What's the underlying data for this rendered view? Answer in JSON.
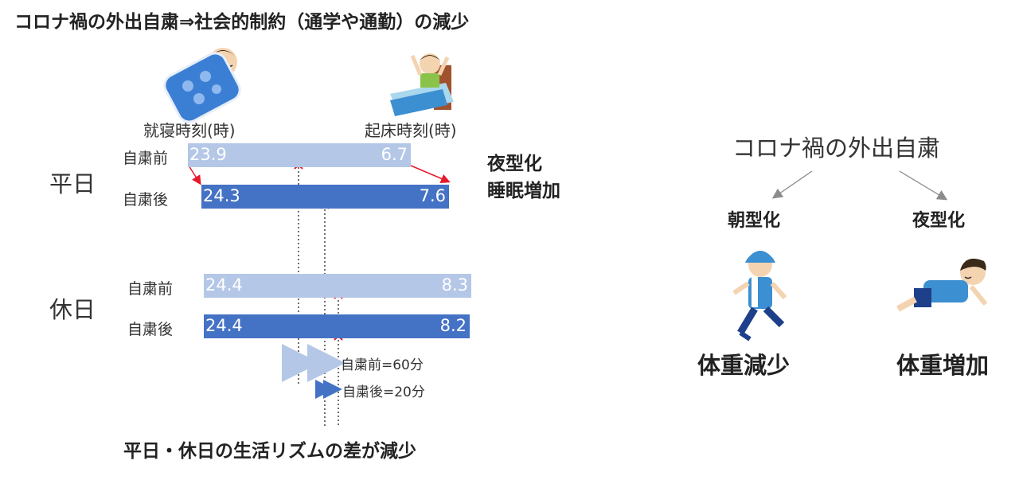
{
  "title": "コロナ禍の外出自粛⇒社会的制約（通学や通勤）の減少",
  "headers": {
    "bedtime": "就寝時刻(時)",
    "waketime": "起床時刻(時)"
  },
  "groups": [
    {
      "label": "平日",
      "rows": [
        {
          "label": "自粛前",
          "bedtime": "23.9",
          "waketime": "6.7"
        },
        {
          "label": "自粛後",
          "bedtime": "24.3",
          "waketime": "7.6"
        }
      ]
    },
    {
      "label": "休日",
      "rows": [
        {
          "label": "自粛前",
          "bedtime": "24.4",
          "waketime": "8.3"
        },
        {
          "label": "自粛後",
          "bedtime": "24.4",
          "waketime": "8.2"
        }
      ]
    }
  ],
  "note": {
    "line1": "夜型化",
    "line2": "睡眠増加"
  },
  "legend": {
    "before": "自粛前=60分",
    "after": "自粛後=20分"
  },
  "bottom_text": "平日・休日の生活リズムの差が減少",
  "right": {
    "title": "コロナ禍の外出自粛",
    "branches": [
      {
        "type": "朝型化",
        "result": "体重減少"
      },
      {
        "type": "夜型化",
        "result": "体重増加"
      }
    ]
  },
  "colors": {
    "before_bar": "#b4c7e7",
    "after_bar": "#4472c4",
    "marker": "#e8182a",
    "arrow": "#e8182a"
  }
}
